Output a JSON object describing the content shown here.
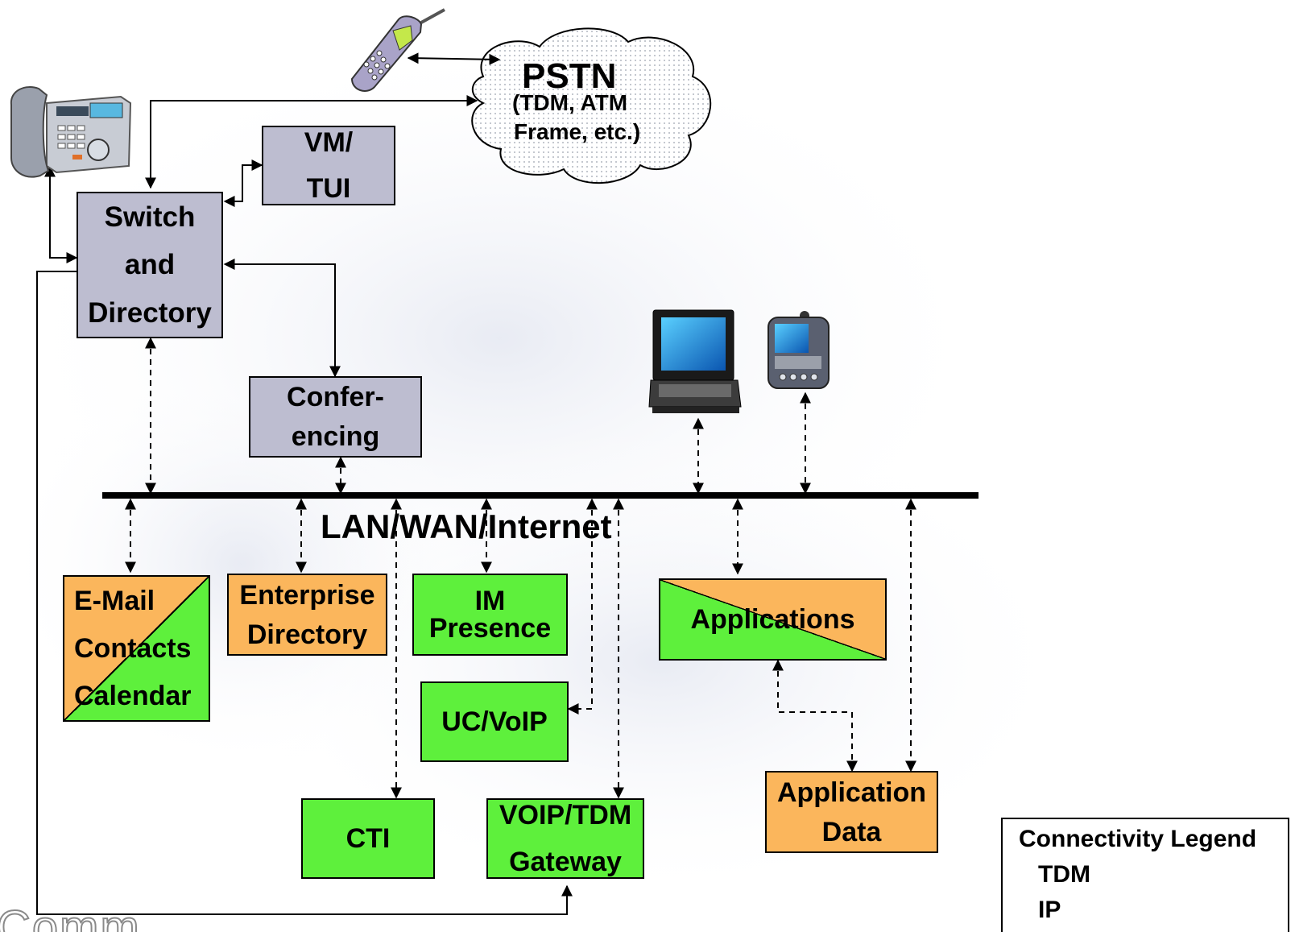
{
  "nodes": {
    "pstn": {
      "lines": [
        "PSTN",
        "(TDM, ATM",
        "Frame, etc.)"
      ]
    },
    "vm_tui": {
      "lines": [
        "VM/",
        "TUI"
      ]
    },
    "switch_directory": {
      "lines": [
        "Switch",
        "and",
        "Directory"
      ]
    },
    "conferencing": {
      "lines": [
        "Confer-",
        "encing"
      ]
    },
    "email": {
      "lines": [
        "E-Mail",
        "Contacts",
        "Calendar"
      ]
    },
    "enterprise_directory": {
      "lines": [
        "Enterprise",
        "Directory"
      ]
    },
    "im_presence": {
      "lines": [
        "IM",
        "Presence"
      ]
    },
    "uc_voip": {
      "lines": [
        "UC/VoIP"
      ]
    },
    "applications": {
      "lines": [
        "Applications"
      ]
    },
    "application_data": {
      "lines": [
        "Application",
        "Data"
      ]
    },
    "cti": {
      "lines": [
        "CTI"
      ]
    },
    "voip_gateway": {
      "lines": [
        "VOIP/TDM",
        "Gateway"
      ]
    }
  },
  "network_label": "LAN/WAN/Internet",
  "logo_text": "Comm",
  "legend": {
    "title": "Connectivity Legend",
    "tdm_label": "TDM",
    "ip_label": "IP"
  },
  "devices": [
    "desk-phone-icon",
    "mobile-phone-icon",
    "laptop-icon",
    "pda-icon"
  ],
  "colors": {
    "grey_box": "#bdbdd0",
    "green_box": "#5ef03c",
    "orange_box": "#fbb65c",
    "line": "#000000"
  }
}
